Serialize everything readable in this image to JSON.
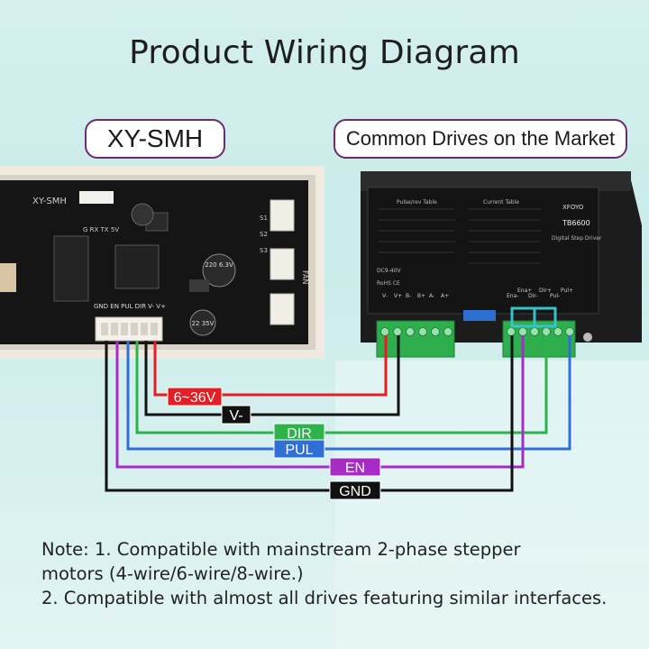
{
  "title": "Product Wiring Diagram",
  "left_label": "XY-SMH",
  "right_label": "Common Drives on the Market",
  "board": {
    "silk_name": "XY-SMH",
    "header_pins": "G  RX  TX  5V",
    "ports": [
      "S1",
      "S2",
      "S3"
    ],
    "fan_label": "FAN",
    "connector_pins": "GND EN PUL DIR V- V+",
    "cap1": "220 6.3V",
    "cap2": "22 35V"
  },
  "drive": {
    "brand": "XFOYO",
    "model": "TB6600",
    "subtitle": "Digital Step Driver",
    "current_table_title": "Current Table",
    "micro_table_title": "Pulse/rev Table",
    "power_label": "DC9-40V",
    "left_terminals": [
      "V-",
      "V+",
      "B-",
      "B+",
      "A-",
      "A+"
    ],
    "right_terminals": [
      "Ena-",
      "Ena+",
      "Dir-",
      "Dir+",
      "Pul-",
      "Pul+"
    ],
    "rohs": "RoHS  CE"
  },
  "wires": [
    {
      "label": "6~36V",
      "color": "#e31e24"
    },
    {
      "label": "V-",
      "color": "#111111"
    },
    {
      "label": "DIR",
      "color": "#2db34a"
    },
    {
      "label": "PUL",
      "color": "#2f6fd6"
    },
    {
      "label": "EN",
      "color": "#a62cc5"
    },
    {
      "label": "GND",
      "color": "#111111"
    }
  ],
  "notes": [
    "Note: 1. Compatible with mainstream 2-phase stepper",
    " motors (4-wire/6-wire/8-wire.)",
    "2. Compatible with almost all drives featuring similar interfaces."
  ]
}
